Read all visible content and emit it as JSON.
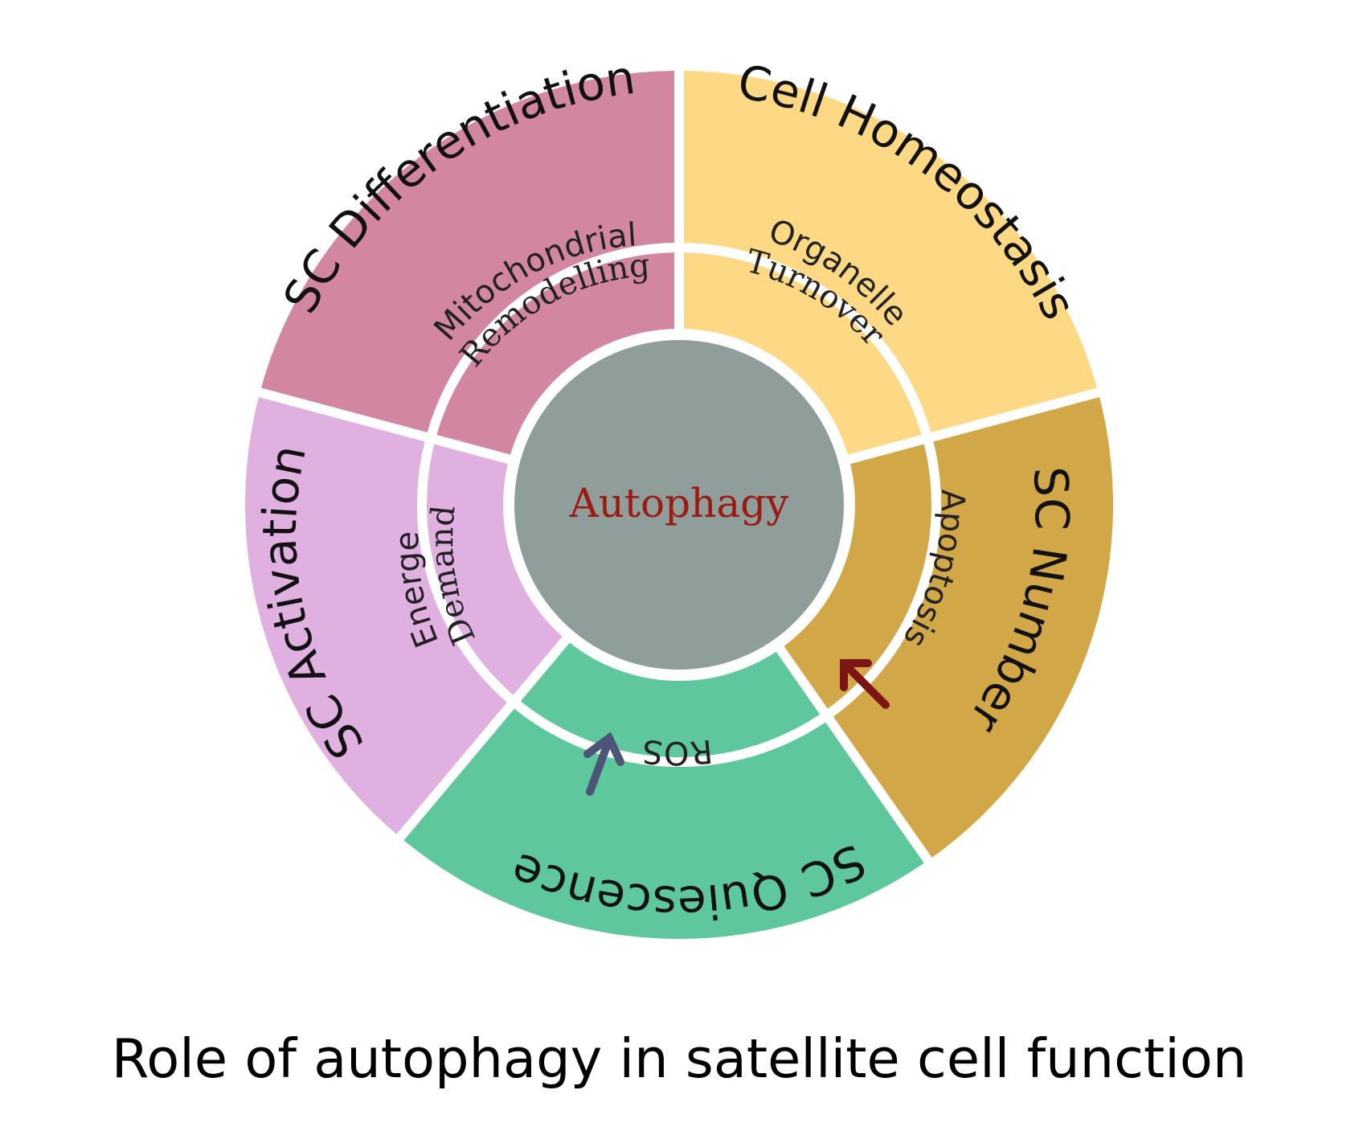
{
  "title": "Role of autophagy in satellite cell function",
  "center": {
    "label": "Autophagy",
    "color": "#8f9e9b",
    "text_color": "#9b1a12"
  },
  "segments": [
    {
      "id": "differentiation",
      "outer_label": "SC  Differentiation",
      "inner_lines": [
        "Mitochondrial",
        "Remodelling"
      ],
      "outer_color": "#d286a2",
      "inner_color": "#d286a2"
    },
    {
      "id": "homeostasis",
      "outer_label": "Cell Homeostasis",
      "inner_lines": [
        "Organelle",
        "Turnover"
      ],
      "outer_color": "#fdd985",
      "inner_color": "#fdd985"
    },
    {
      "id": "number",
      "outer_label": "SC Number",
      "inner_lines": [
        "Apoptosis"
      ],
      "outer_color": "#d2a748",
      "inner_color": "#d2a748",
      "arrow_color": "#7d1414"
    },
    {
      "id": "quiescence",
      "outer_label": "SC  Quiescence",
      "inner_lines": [
        "ROS"
      ],
      "outer_color": "#5ec79c",
      "inner_color": "#5ec79c",
      "arrow_color": "#4c5577"
    },
    {
      "id": "activation",
      "outer_label": "SC Activation",
      "inner_lines": [
        "Energe",
        "Demand"
      ],
      "outer_color": "#dfb0e0",
      "inner_color": "#dfb0e0"
    }
  ]
}
